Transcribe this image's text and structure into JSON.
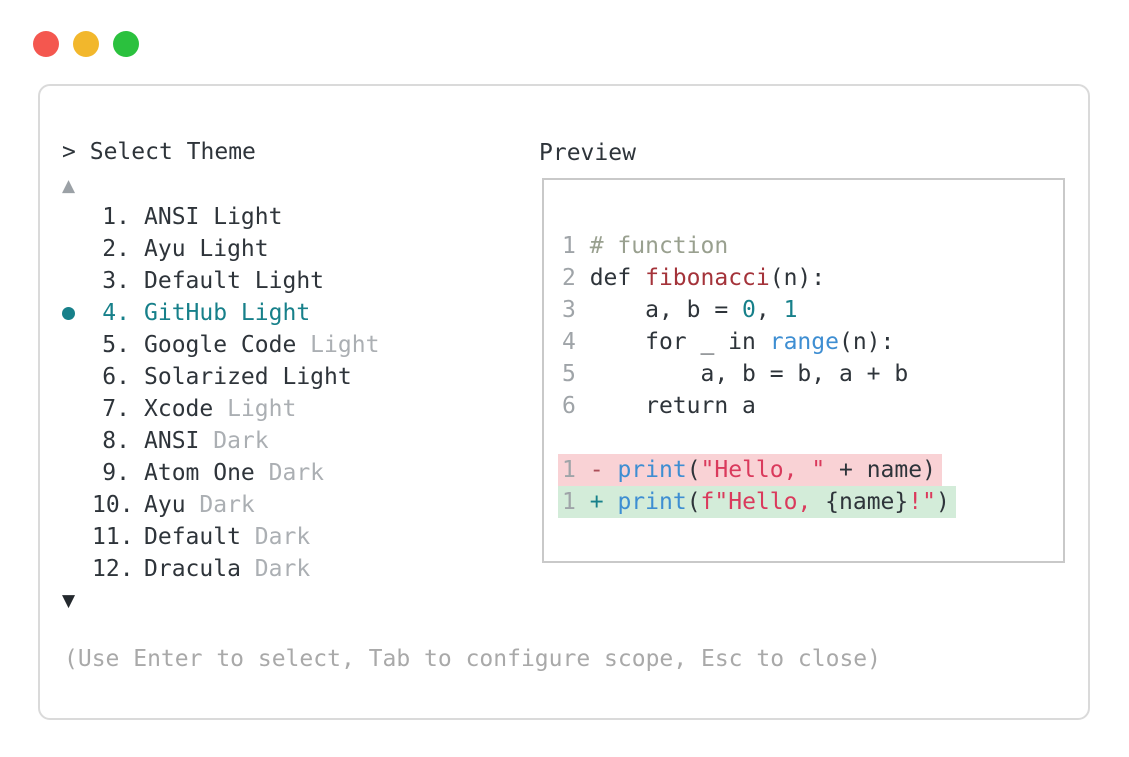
{
  "window_controls": {
    "close_color": "#f4574f",
    "minimize_color": "#f2b72c",
    "zoom_color": "#2bc13e"
  },
  "prompt": {
    "caret": ">",
    "title": "Select Theme"
  },
  "scroll": {
    "up_glyph": "▲",
    "down_glyph": "▼"
  },
  "theme_list": {
    "selected_number": "4.",
    "accent_color": "#17808a",
    "items": [
      {
        "number": "1.",
        "name": "ANSI Light",
        "muted": "",
        "selected": false
      },
      {
        "number": "2.",
        "name": "Ayu Light",
        "muted": "",
        "selected": false
      },
      {
        "number": "3.",
        "name": "Default Light",
        "muted": "",
        "selected": false
      },
      {
        "number": "4.",
        "name": "GitHub Light",
        "muted": "",
        "selected": true
      },
      {
        "number": "5.",
        "name": "Google Code",
        "muted": "Light",
        "selected": false
      },
      {
        "number": "6.",
        "name": "Solarized Light",
        "muted": "",
        "selected": false
      },
      {
        "number": "7.",
        "name": "Xcode",
        "muted": "Light",
        "selected": false
      },
      {
        "number": "8.",
        "name": "ANSI",
        "muted": "Dark",
        "selected": false
      },
      {
        "number": "9.",
        "name": "Atom One",
        "muted": "Dark",
        "selected": false
      },
      {
        "number": "10.",
        "name": "Ayu",
        "muted": "Dark",
        "selected": false
      },
      {
        "number": "11.",
        "name": "Default",
        "muted": "Dark",
        "selected": false
      },
      {
        "number": "12.",
        "name": "Dracula",
        "muted": "Dark",
        "selected": false
      }
    ]
  },
  "help_text": "(Use Enter to select, Tab to configure scope, Esc to close)",
  "preview": {
    "title": "Preview",
    "syntax_colors": {
      "comment": "#99a08f",
      "function_name": "#a4333a",
      "builtin": "#3e8ed2",
      "number": "#17808a",
      "string": "#da3a5c",
      "removed_bg": "#f9d2d5",
      "added_bg": "#d3ecd9"
    },
    "code_lines": [
      {
        "diff": "",
        "tokens": [
          [
            "ln",
            "1"
          ],
          [
            "plain",
            " "
          ],
          [
            "comment",
            "# function"
          ]
        ]
      },
      {
        "diff": "",
        "tokens": [
          [
            "ln",
            "2"
          ],
          [
            "plain",
            " def "
          ],
          [
            "defname",
            "fibonacci"
          ],
          [
            "plain",
            "(n):"
          ]
        ]
      },
      {
        "diff": "",
        "tokens": [
          [
            "ln",
            "3"
          ],
          [
            "plain",
            "     a, b = "
          ],
          [
            "num",
            "0"
          ],
          [
            "plain",
            ", "
          ],
          [
            "num",
            "1"
          ]
        ]
      },
      {
        "diff": "",
        "tokens": [
          [
            "ln",
            "4"
          ],
          [
            "plain",
            "     for _ in "
          ],
          [
            "builtin",
            "range"
          ],
          [
            "plain",
            "(n):"
          ]
        ]
      },
      {
        "diff": "",
        "tokens": [
          [
            "ln",
            "5"
          ],
          [
            "plain",
            "         a, b = b, a + b"
          ]
        ]
      },
      {
        "diff": "",
        "tokens": [
          [
            "ln",
            "6"
          ],
          [
            "plain",
            "     return a"
          ]
        ]
      },
      {
        "diff": "",
        "tokens": []
      },
      {
        "diff": "removed",
        "tokens": [
          [
            "ln",
            "1"
          ],
          [
            "plain",
            " "
          ],
          [
            "minus",
            "-"
          ],
          [
            "plain",
            " "
          ],
          [
            "builtin",
            "print"
          ],
          [
            "plain",
            "("
          ],
          [
            "string",
            "\"Hello, \""
          ],
          [
            "plain",
            " + name)"
          ]
        ]
      },
      {
        "diff": "added",
        "tokens": [
          [
            "ln",
            "1"
          ],
          [
            "plain",
            " "
          ],
          [
            "plus",
            "+"
          ],
          [
            "plain",
            " "
          ],
          [
            "builtin",
            "print"
          ],
          [
            "plain",
            "("
          ],
          [
            "string",
            "f\"Hello, "
          ],
          [
            "plain",
            "{name}"
          ],
          [
            "string",
            "!\""
          ],
          [
            "plain",
            ")"
          ]
        ]
      }
    ]
  }
}
